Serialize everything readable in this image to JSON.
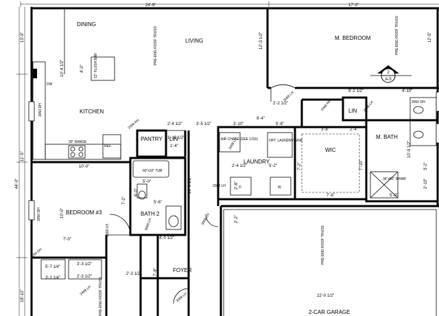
{
  "rooms": {
    "dining": "DINING",
    "living": "LIVING",
    "master_bedroom": "M. BEDROOM",
    "kitchen": "KITCHEN",
    "pantry": "PANTRY",
    "lin1": "LIN",
    "bath2": "BATH 2",
    "laundry": "LAUNDRY",
    "wic": "WIC",
    "lin2": "LIN",
    "master_bath": "M. BATH",
    "bedroom3": "BEDROOM #3",
    "foyer": "FOYER",
    "garage": "2-CAR GARAGE"
  },
  "truss_notes": {
    "living": "PRE-ENG ROOF TRUSS",
    "bedroom": "PRE-ENG ROOF TRUSS",
    "garage": "PRE-ENG ROOF TRUSS",
    "foyer": "PRE-ENG ROOF TRUSS"
  },
  "section_mark": {
    "number": "2",
    "sheet": "A-5"
  },
  "dimensions": {
    "top_left": "24'-9\"",
    "top_right": "17'-0\"",
    "left_top": "13'-9\"",
    "left_mid": "11'-5\"",
    "left_total": "44'-0\"",
    "left_bottom": "18'-10\"",
    "right_top": "12'-5\"",
    "right_mid": "10'-9 1/2\"",
    "kitchen_v": "10'-4 1/2\"",
    "kitchen_island": "4'-0\"",
    "living_v": "12'-3 1/2\"",
    "mbed_h1": "6'-2 1/2\"",
    "mbed_h2": "4'-10\"",
    "hall_h1": "2'-4 1/2\"",
    "hall_h2": "3'-5 1/2\"",
    "hall_h3": "3'-10\"",
    "hall_h4": "9'-4\"",
    "hall_h5": "5'-8\"",
    "hall_h6": "2'-2 1/2\"",
    "wic_h1": "3'-8\"",
    "wic_h2": "2'-4\"",
    "kitchen_h": "10'-0\"",
    "laundry_h": "2'-4 1/2\"",
    "laundry_h2": "5'-2\"",
    "wic_v": "7'-2\"",
    "wic_v2": "7'-10\"",
    "wic_h3": "7'-6\"",
    "mbath_h": "5'-0\"",
    "bed3_v": "10'-0\"",
    "bed3_h": "7'-0\"",
    "bath2_h": "5'-0\"",
    "bath2_h2": "5'-6\"",
    "bath2_v": "6'-0\"",
    "bath2_v2": "10'-0 1/2\"",
    "hall_v": "7'-2\"",
    "foyer_h": "4'-0 1/2\"",
    "foyer_v": "7'-8\"",
    "garage_h": "22'-0 1/2\"",
    "small1": "3'-3 1/2\"",
    "small2": "2'-3 1/2\"",
    "small3": "3'-2 1/4\"",
    "small4": "5'-7 1/4\"",
    "small5": "2'-3 1/2\"",
    "small6": "1'-10 1/2\"",
    "small7": "2'-8\"",
    "small8": "2'-10\"",
    "small9": "2'-2\"",
    "small10": "3'-2\"",
    "small11": "1'-4\""
  },
  "labels": {
    "door_3068": "3068 LH",
    "door_3068_b": "3068 LH",
    "door_2068_rh": "2068 RH",
    "door_2068_lh": "2068 LH",
    "door_2068_c": "2068 RH",
    "door_2068_d": "2068 LH",
    "door_3068_e": "3068 LH",
    "door_3068_f": "3068 LH",
    "door_2068_g": "2068 LH",
    "door_2468": "2468 LH",
    "door_3068_h": "3068 LH",
    "window_3050": "3050 DH",
    "window_3050_b": "3050 DH",
    "window_3050_c": "3050 DH",
    "window_3050_d": "3050 DH",
    "range": "30\" RANGE",
    "ref": "REF.",
    "dw": "DW",
    "tub": "60\"x32\" TUB",
    "shower": "36\"x60\" SHWR",
    "ah_chase": "AIR CHASE (SEE 1/SS)",
    "laundry_note": "OPT. LAUNDRY SINK",
    "island": "12\" FLUSH BAR",
    "w": "W",
    "d": "D"
  }
}
